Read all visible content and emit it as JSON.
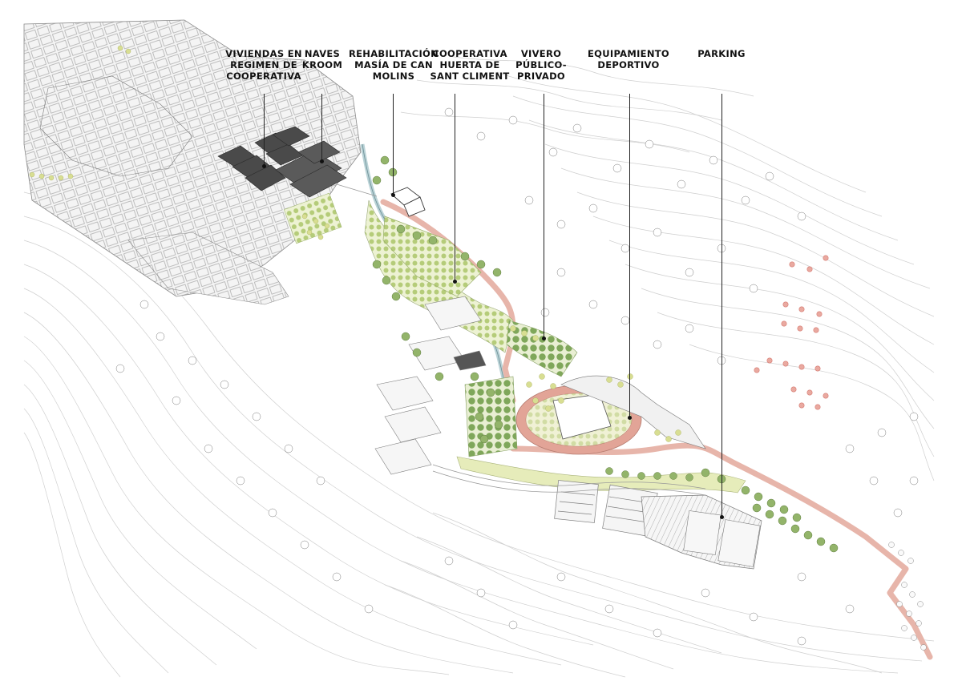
{
  "labels": [
    {
      "id": "viviendas",
      "lines": [
        "VIVIENDAS EN",
        "REGIMEN DE",
        "COOPERATIVA"
      ]
    },
    {
      "id": "naves",
      "lines": [
        "NAVES",
        "KROOM"
      ]
    },
    {
      "id": "rehabilitacion",
      "lines": [
        "REHABILITACIÓN",
        "MASÍA DE CAN",
        "MOLINS"
      ]
    },
    {
      "id": "cooperativa",
      "lines": [
        "COOPERATIVA",
        "HUERTA DE",
        "SANT CLIMENT"
      ]
    },
    {
      "id": "vivero",
      "lines": [
        "VIVERO",
        "PÚBLICO-",
        "PRIVADO"
      ]
    },
    {
      "id": "equipamiento",
      "lines": [
        "EQUIPAMIENTO",
        "DEPORTIVO"
      ]
    },
    {
      "id": "parking",
      "lines": [
        "PARKING"
      ]
    }
  ],
  "colors": {
    "contour": "#c9c9c9",
    "building_outline": "#8a8a8a",
    "building_dark": "#4a4a4a",
    "path_pink": "#e7b5aa",
    "track_pink": "#e2a497",
    "vegetation_green": "#7fa75a",
    "vegetation_light": "#d9e4a8",
    "orchard_red": "#d77b72"
  }
}
